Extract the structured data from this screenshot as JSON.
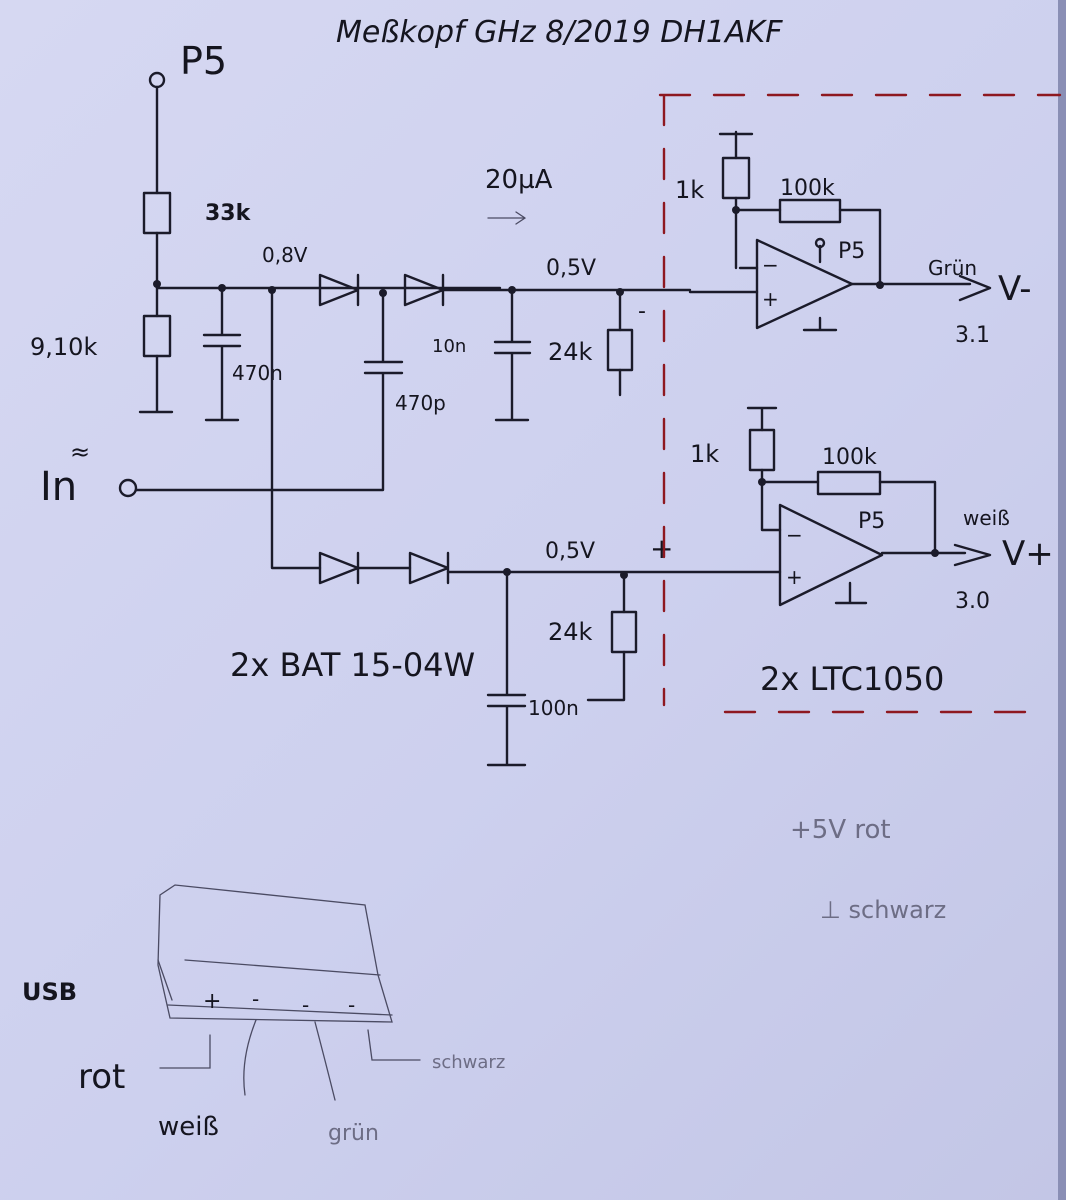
{
  "title": "Meßkopf GHz   8/2019   DH1AKF",
  "labels": {
    "p5_top": "P5",
    "r33k": "33k",
    "v08": "0,8V",
    "r910k": "9,10k",
    "c470n": "470n",
    "c470p": "470p",
    "i20ua": "20µA",
    "c10n": "10n",
    "v05_top": "0,5V",
    "r24k_top": "24k",
    "minus_sign": "-",
    "input": "In",
    "rf_symbol": "≈",
    "r1k_top": "1k",
    "r100k_top": "100k",
    "p5_amp_top": "P5",
    "gruen": "Grün",
    "v_minus": "V-",
    "v_minus_value": "3.1",
    "r1k_bot": "1k",
    "r100k_bot": "100k",
    "p5_amp_bot": "P5",
    "weiss_out": "weiß",
    "v_plus": "V+",
    "v_plus_value": "3.0",
    "v05_bot": "0,5V",
    "plus_sign": "+",
    "r24k_bot": "24k",
    "c100n": "100n",
    "diodes": "2x BAT 15-04W",
    "opamps": "2x LTC1050",
    "supply_plus": "+5V rot",
    "supply_gnd": "⊥ schwarz",
    "usb": "USB",
    "pin_plus": "+",
    "pin_minus": "-",
    "pin_3": "-",
    "pin_4": "-",
    "rot": "rot",
    "weiss": "weiß",
    "gruen_usb": "grün",
    "schwarz_usb": "schwarz"
  },
  "colors": {
    "paper": "#cfd1ec",
    "ink": "#1b1b2a",
    "dashed_box": "#8e1820"
  }
}
